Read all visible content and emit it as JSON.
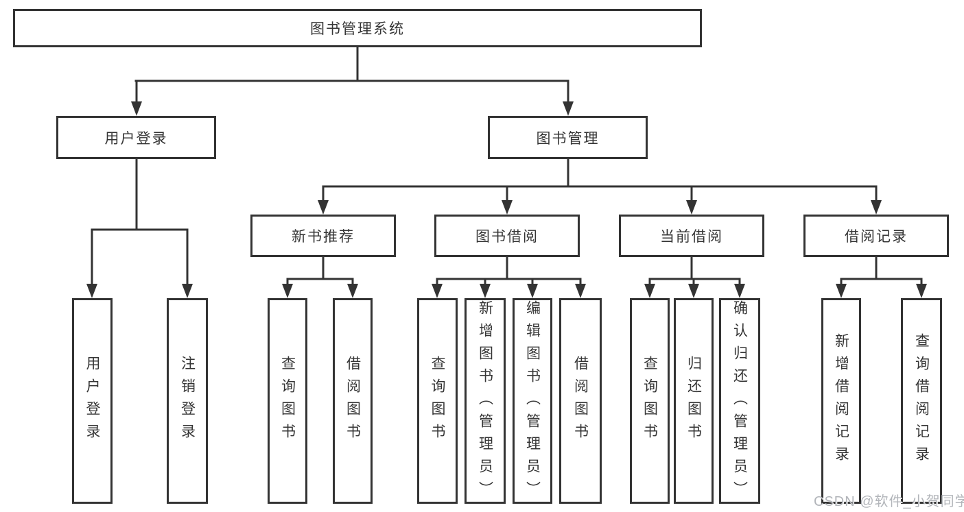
{
  "page": {
    "background_color": "#ffffff",
    "line_color": "#333333",
    "text_color": "#353535"
  },
  "diagram": {
    "root": {
      "label": "图书管理系统"
    },
    "level2": [
      {
        "label": "用户登录"
      },
      {
        "label": "图书管理"
      }
    ],
    "level3": [
      {
        "label": "新书推荐"
      },
      {
        "label": "图书借阅"
      },
      {
        "label": "当前借阅"
      },
      {
        "label": "借阅记录"
      }
    ],
    "level4": [
      {
        "label": "用户登录"
      },
      {
        "label": "注销登录"
      },
      {
        "label": "查询图书"
      },
      {
        "label": "借阅图书"
      },
      {
        "label": "查询图书"
      },
      {
        "label": "新增图书（管理员）"
      },
      {
        "label": "编辑图书（管理员）"
      },
      {
        "label": "借阅图书"
      },
      {
        "label": "查询图书"
      },
      {
        "label": "归还图书"
      },
      {
        "label": "确认归还（管理员）"
      },
      {
        "label": "新增借阅记录"
      },
      {
        "label": "查询借阅记录"
      }
    ]
  },
  "watermark": {
    "text": "CSDN @软件_小贺同学",
    "color": "#b2b5ba"
  }
}
